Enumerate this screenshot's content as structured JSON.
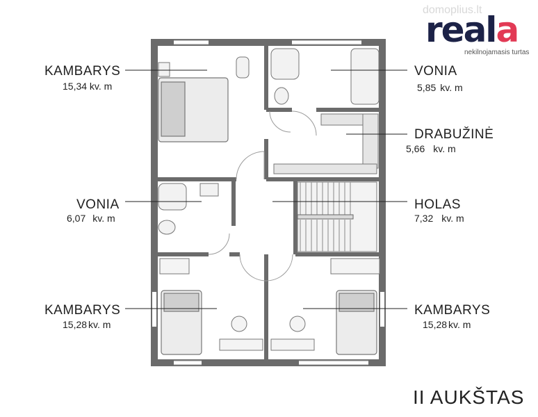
{
  "watermark": "domoplius.lt",
  "logo": {
    "text": "real",
    "accent_letter": "a",
    "tagline": "nekilnojamasis turtas",
    "accent_color": "#e23a55",
    "text_color": "#1c2247"
  },
  "floor_label": "II AUKŠTAS",
  "rooms": [
    {
      "name": "KAMBARYS",
      "area": "15,34 kv. m"
    },
    {
      "name": "VONIA",
      "area_value": "5,85",
      "area_unit": "kv. m"
    },
    {
      "name": "DRABUŽINĖ",
      "area_value": "5,66",
      "area_unit": "kv. m"
    },
    {
      "name": "VONIA",
      "area_value": "6,07",
      "area_unit": "kv. m"
    },
    {
      "name": "HOLAS",
      "area_value": "7,32",
      "area_unit": "kv. m"
    },
    {
      "name": "KAMBARYS",
      "area_value": "15,28",
      "area_unit": "kv. m"
    },
    {
      "name": "KAMBARYS",
      "area_value": "15,28",
      "area_unit": "kv. m"
    }
  ],
  "colors": {
    "wall": "#6b6b6b",
    "label_text": "#1f1f1f"
  }
}
